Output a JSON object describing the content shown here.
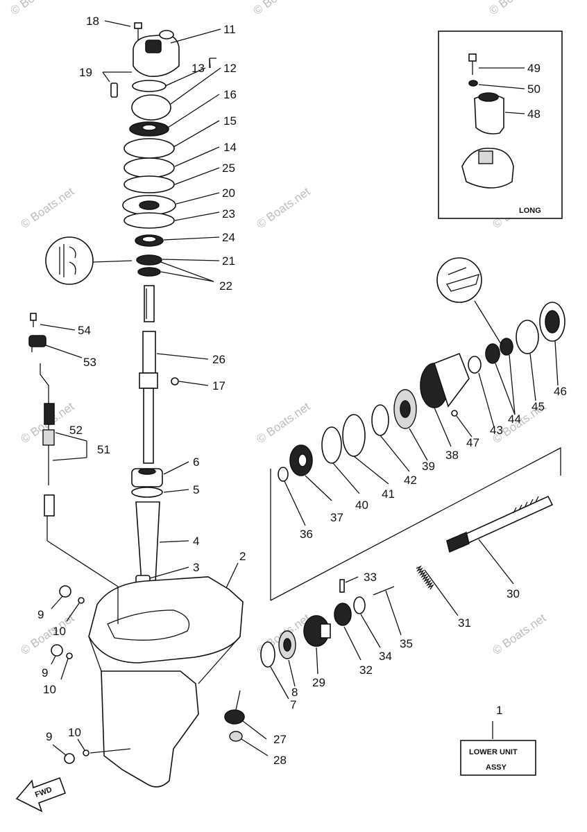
{
  "watermark": "© Boats.net",
  "inset": {
    "label": "LONG"
  },
  "assembly_box": {
    "line1": "LOWER UNIT",
    "line2": "ASSY"
  },
  "fwd_label": "FWD",
  "callouts": {
    "c1": "1",
    "c2": "2",
    "c3": "3",
    "c4": "4",
    "c5": "5",
    "c6": "6",
    "c7": "7",
    "c8": "8",
    "c9a": "9",
    "c9b": "9",
    "c9c": "9",
    "c10a": "10",
    "c10b": "10",
    "c10c": "10",
    "c11": "11",
    "c12": "12",
    "c13": "13",
    "c14": "14",
    "c15": "15",
    "c16": "16",
    "c17": "17",
    "c18": "18",
    "c19": "19",
    "c20": "20",
    "c21": "21",
    "c22": "22",
    "c23": "23",
    "c24": "24",
    "c25": "25",
    "c26": "26",
    "c27": "27",
    "c28": "28",
    "c29": "29",
    "c30": "30",
    "c31": "31",
    "c32": "32",
    "c33": "33",
    "c34": "34",
    "c35": "35",
    "c36": "36",
    "c37": "37",
    "c38": "38",
    "c39": "39",
    "c40": "40",
    "c41": "41",
    "c42": "42",
    "c43": "43",
    "c44": "44",
    "c45": "45",
    "c46": "46",
    "c47": "47",
    "c48": "48",
    "c49": "49",
    "c50": "50",
    "c51": "51",
    "c52": "52",
    "c53": "53",
    "c54": "54"
  }
}
